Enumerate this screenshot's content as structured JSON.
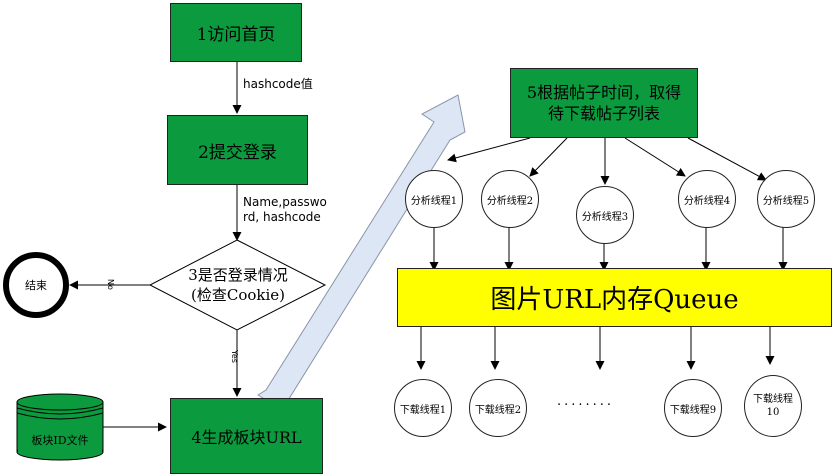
{
  "colors": {
    "step_box_fill": "#0b9b3e",
    "queue_fill": "#ffff00",
    "big_arrow_fill": "#dde6f4",
    "end_ring": "#000000",
    "line": "#000000"
  },
  "steps": {
    "step1": "1访问首页",
    "step2": "2提交登录",
    "step3_line1": "3是否登录情况",
    "step3_line2": "(检查Cookie)",
    "step4": "4生成板块URL",
    "step5_line1": "5根据帖子时间，取得",
    "step5_line2": "待下载帖子列表"
  },
  "edges": {
    "hashcode": "hashcode值",
    "credentials_line1": "Name,passwo",
    "credentials_line2": "rd, hashcode",
    "no": "No",
    "yes": "Yes"
  },
  "end_node": "结束",
  "board_file": "板块ID文件",
  "queue": "图片URL内存Queue",
  "analysis_threads": [
    "分析线程1",
    "分析线程2",
    "分析线程3",
    "分析线程4",
    "分析线程5"
  ],
  "download_threads": [
    "下载线程1",
    "下载线程2",
    "下载线程9",
    "下载线程10"
  ],
  "ellipsis": "........"
}
